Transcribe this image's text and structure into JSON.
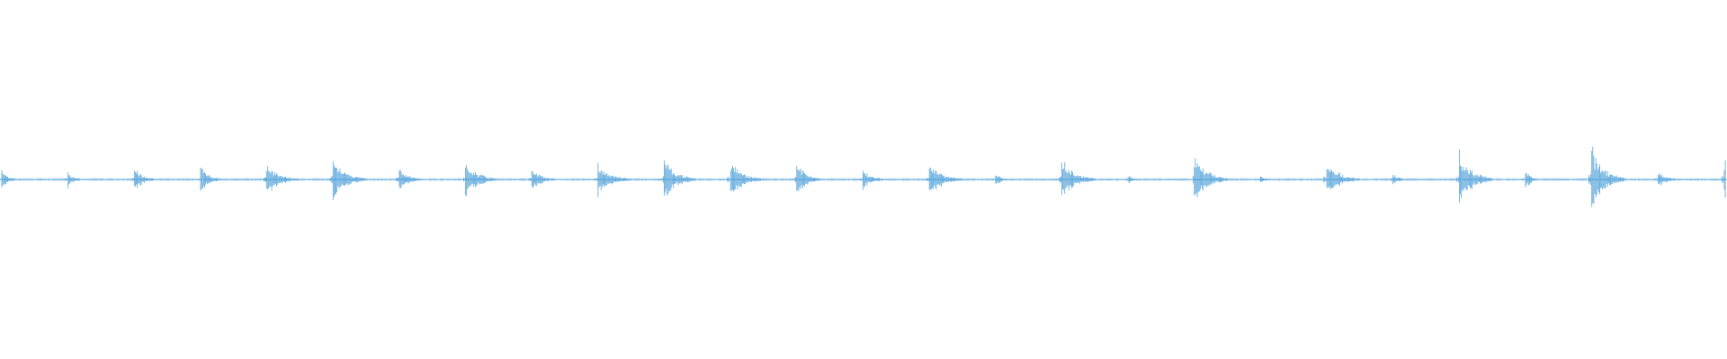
{
  "waveform": {
    "color": "#5aa6dc",
    "bursts": [
      {
        "amplitude": 0.28,
        "decay": "short"
      },
      {
        "amplitude": 0.18,
        "decay": "short"
      },
      {
        "amplitude": 0.28,
        "decay": "medium"
      },
      {
        "amplitude": 0.26,
        "decay": "medium"
      },
      {
        "amplitude": 0.33,
        "decay": "long"
      },
      {
        "amplitude": 0.5,
        "decay": "long"
      },
      {
        "amplitude": 0.28,
        "decay": "medium"
      },
      {
        "amplitude": 0.4,
        "decay": "long"
      },
      {
        "amplitude": 0.28,
        "decay": "medium"
      },
      {
        "amplitude": 0.35,
        "decay": "long"
      },
      {
        "amplitude": 0.43,
        "decay": "long"
      },
      {
        "amplitude": 0.4,
        "decay": "long"
      },
      {
        "amplitude": 0.4,
        "decay": "medium"
      },
      {
        "amplitude": 0.23,
        "decay": "medium"
      },
      {
        "amplitude": 0.38,
        "decay": "long"
      },
      {
        "amplitude": 0.16,
        "decay": "short"
      },
      {
        "amplitude": 0.48,
        "decay": "long"
      },
      {
        "amplitude": 0.1,
        "decay": "short"
      },
      {
        "amplitude": 0.55,
        "decay": "long"
      },
      {
        "amplitude": 0.1,
        "decay": "short"
      },
      {
        "amplitude": 0.4,
        "decay": "long"
      },
      {
        "amplitude": 0.16,
        "decay": "short"
      },
      {
        "amplitude": 0.6,
        "decay": "long"
      },
      {
        "amplitude": 0.21,
        "decay": "short"
      },
      {
        "amplitude": 0.68,
        "decay": "long"
      },
      {
        "amplitude": 0.16,
        "decay": "medium"
      },
      {
        "amplitude": 0.45,
        "decay": "long"
      }
    ]
  }
}
